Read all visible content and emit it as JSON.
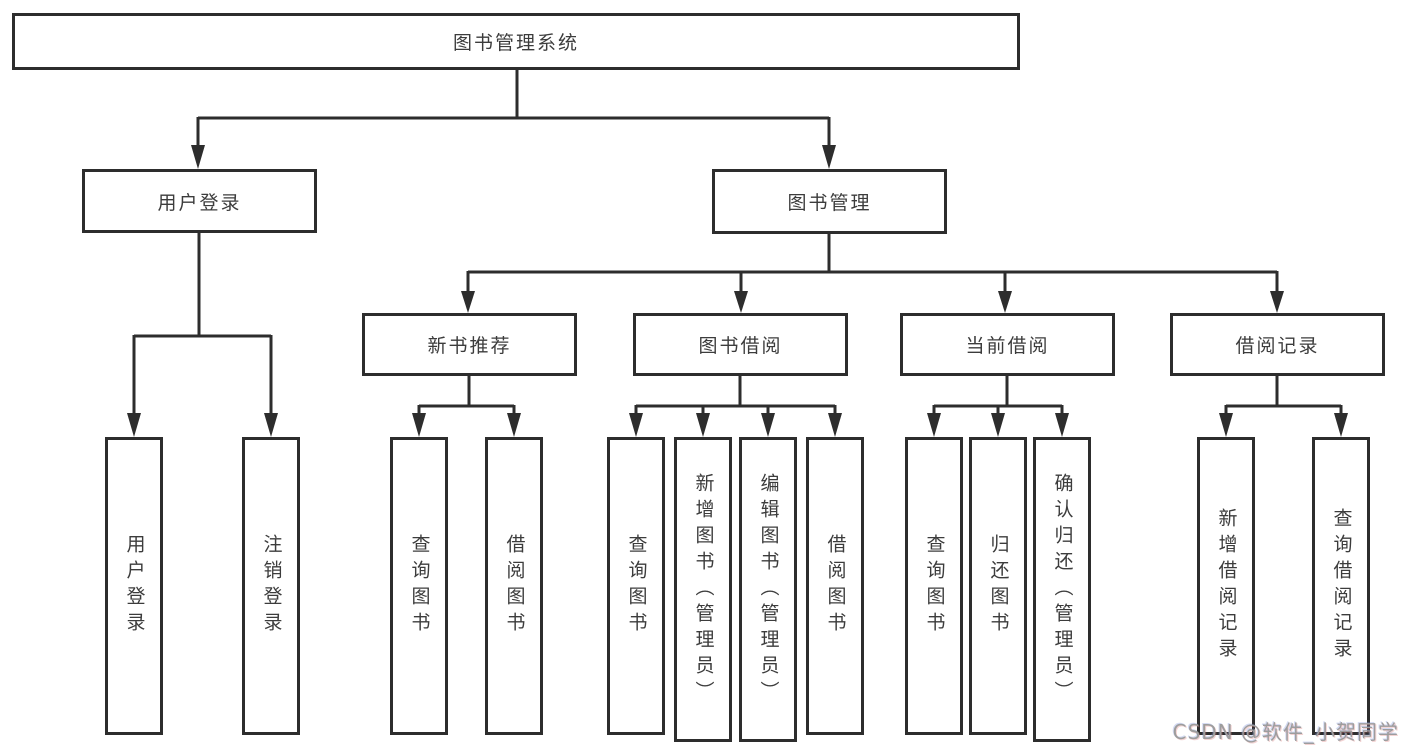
{
  "diagram": {
    "title_node": {
      "label": "图书管理系统"
    },
    "level2": [
      {
        "label": "用户登录"
      },
      {
        "label": "图书管理"
      }
    ],
    "level3": [
      {
        "label": "新书推荐"
      },
      {
        "label": "图书借阅"
      },
      {
        "label": "当前借阅"
      },
      {
        "label": "借阅记录"
      }
    ],
    "leaves": {
      "user_login": [
        "用户登录",
        "注销登录"
      ],
      "new_book": [
        "查询图书",
        "借阅图书"
      ],
      "book_borrow": [
        "查询图书",
        "新增图书（管理员）",
        "编辑图书（管理员）",
        "借阅图书"
      ],
      "current_borrow": [
        "查询图书",
        "归还图书",
        "确认归还（管理员）"
      ],
      "borrow_records": [
        "新增借阅记录",
        "查询借阅记录"
      ]
    }
  },
  "watermark": "CSDN @软件_小贺同学",
  "colors": {
    "line": "#2d2d2d",
    "box_border": "#2d2d2d",
    "text": "#3c3c3c",
    "background": "#ffffff",
    "watermark": "#9d9d9d"
  }
}
